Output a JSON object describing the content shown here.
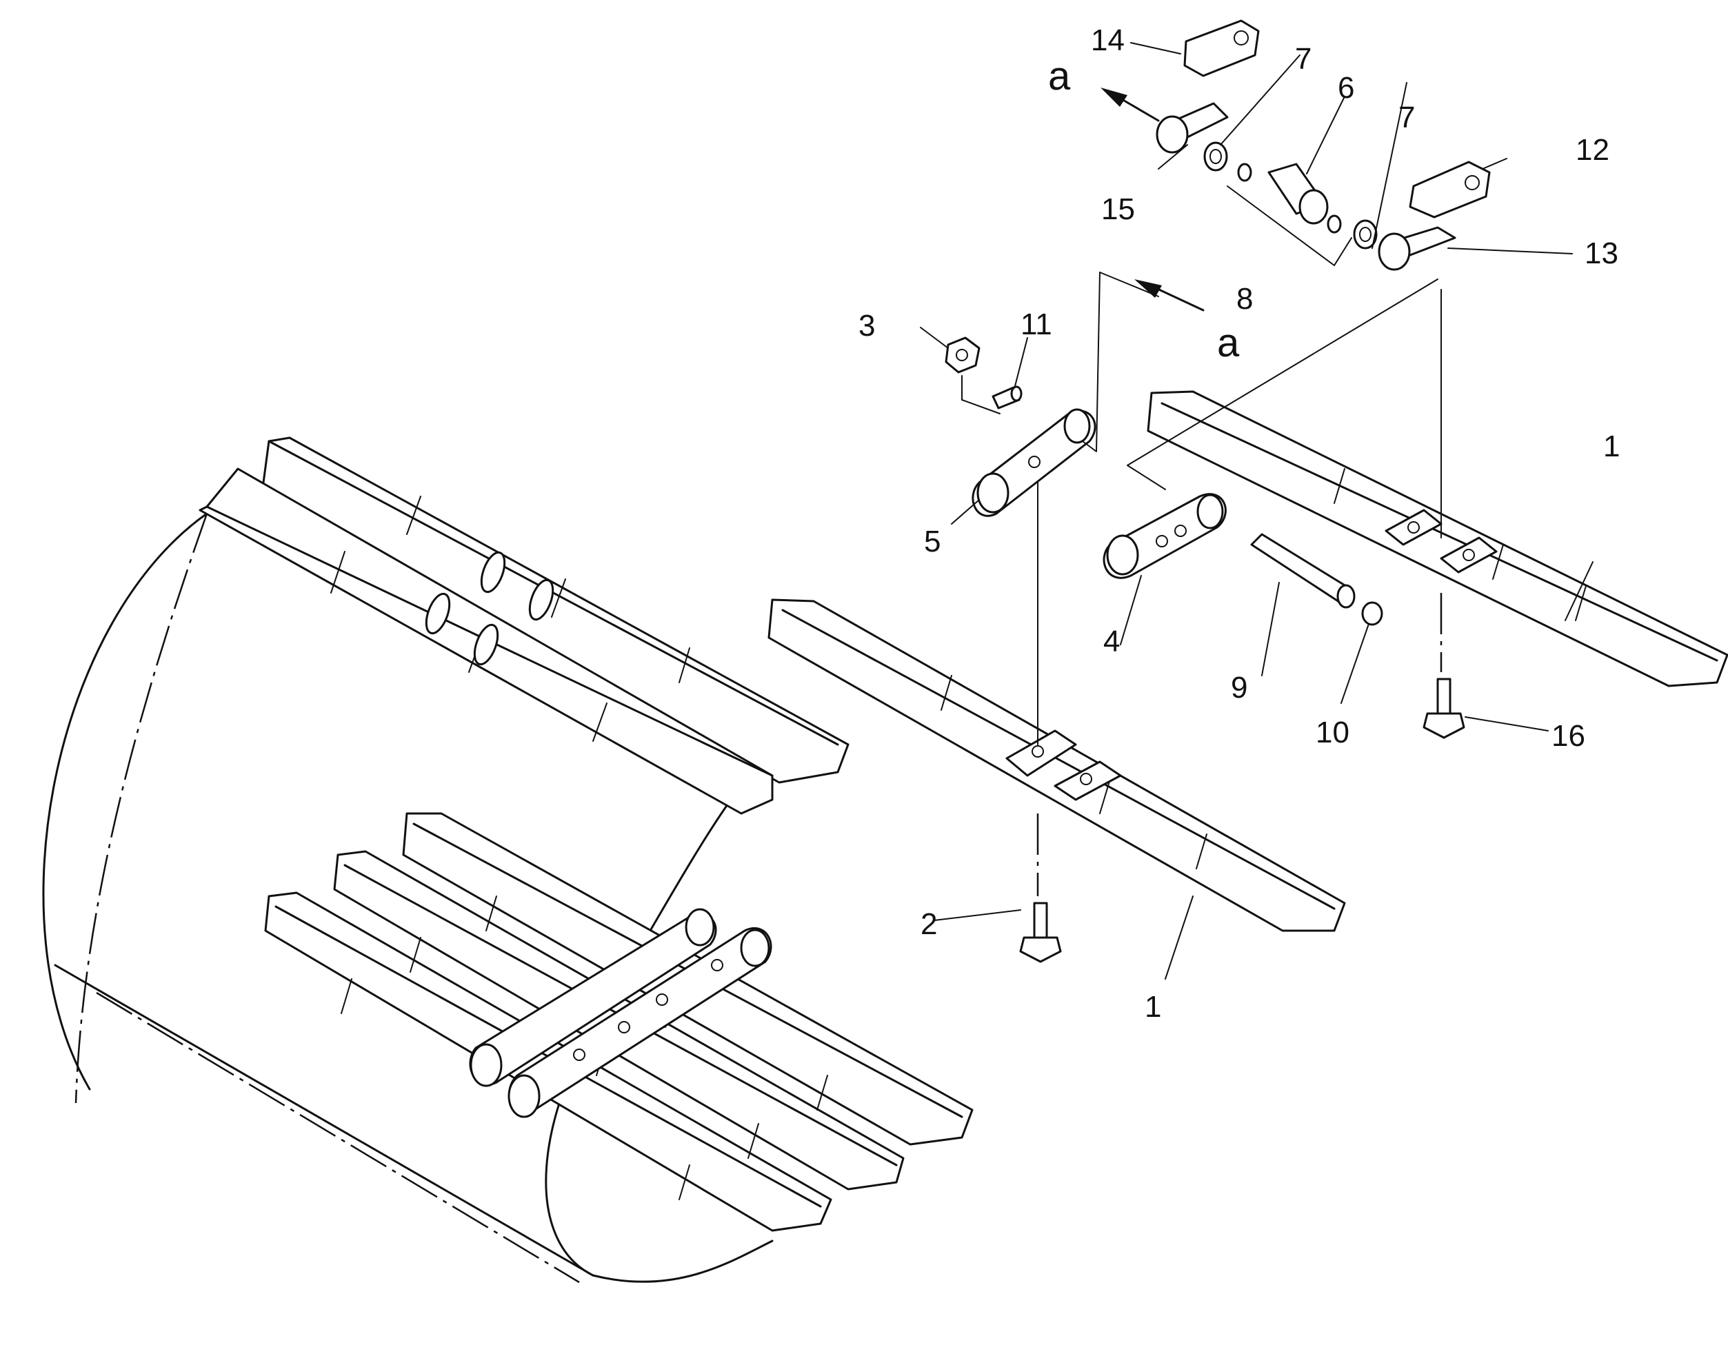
{
  "diagram": {
    "ink_color": "#111111",
    "background_color": "#ffffff",
    "callouts": [
      {
        "id": "c1a",
        "label": "1"
      },
      {
        "id": "c1b",
        "label": "1"
      },
      {
        "id": "c2",
        "label": "2"
      },
      {
        "id": "c3",
        "label": "3"
      },
      {
        "id": "c4",
        "label": "4"
      },
      {
        "id": "c5",
        "label": "5"
      },
      {
        "id": "c6",
        "label": "6"
      },
      {
        "id": "c7a",
        "label": "7"
      },
      {
        "id": "c7b",
        "label": "7"
      },
      {
        "id": "c8",
        "label": "8"
      },
      {
        "id": "c9",
        "label": "9"
      },
      {
        "id": "c10",
        "label": "10"
      },
      {
        "id": "c11",
        "label": "11"
      },
      {
        "id": "c12",
        "label": "12"
      },
      {
        "id": "c13",
        "label": "13"
      },
      {
        "id": "c14",
        "label": "14"
      },
      {
        "id": "c15",
        "label": "15"
      },
      {
        "id": "c16",
        "label": "16"
      }
    ],
    "view_markers": [
      {
        "id": "va1",
        "label": "a"
      },
      {
        "id": "va2",
        "label": "a"
      }
    ]
  }
}
